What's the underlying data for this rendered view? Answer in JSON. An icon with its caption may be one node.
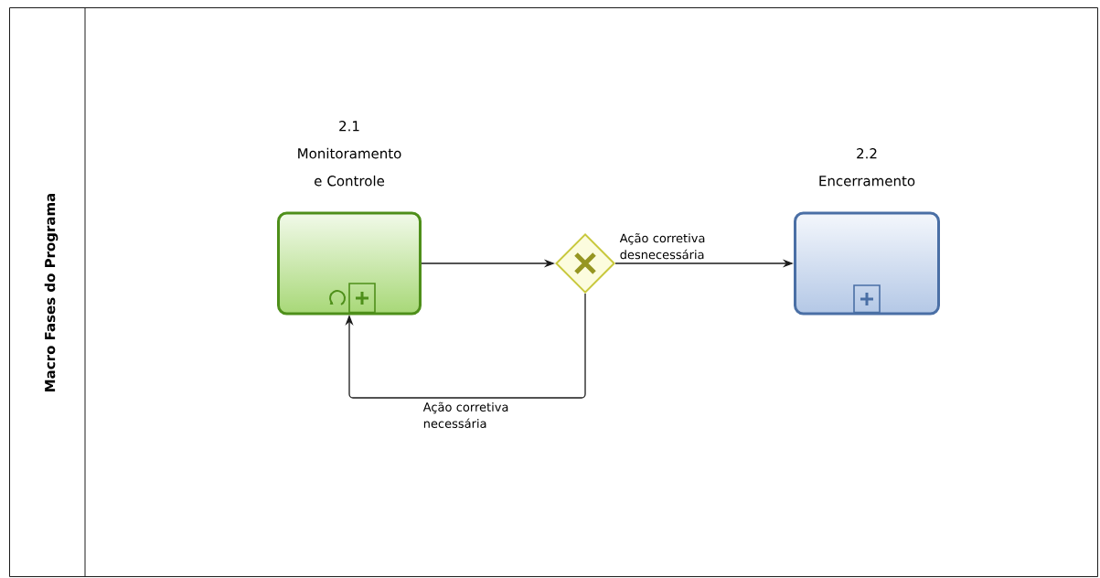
{
  "diagram": {
    "nodes": [
      {
        "text": [
          "Macro Fases do Programa"
        ]
      },
      {
        "text": [
          "2.1 Monitoramento e Controle"
        ],
        "in": 0
      },
      {
        "text": [],
        "shape": "diamond",
        "in": 0
      },
      {
        "text": [
          "2.2 Encerramento"
        ],
        "in": 0
      }
    ],
    "edges": [
      {
        "from": 1,
        "to": 2,
        "arrow": "to"
      },
      {
        "from": 2,
        "to": 3,
        "arrow": "to",
        "label": "Ação corretiva desnecessária"
      },
      {
        "from": 2,
        "to": 1,
        "arrow": "to",
        "label": "Ação corretiva necessária"
      }
    ]
  }
}
